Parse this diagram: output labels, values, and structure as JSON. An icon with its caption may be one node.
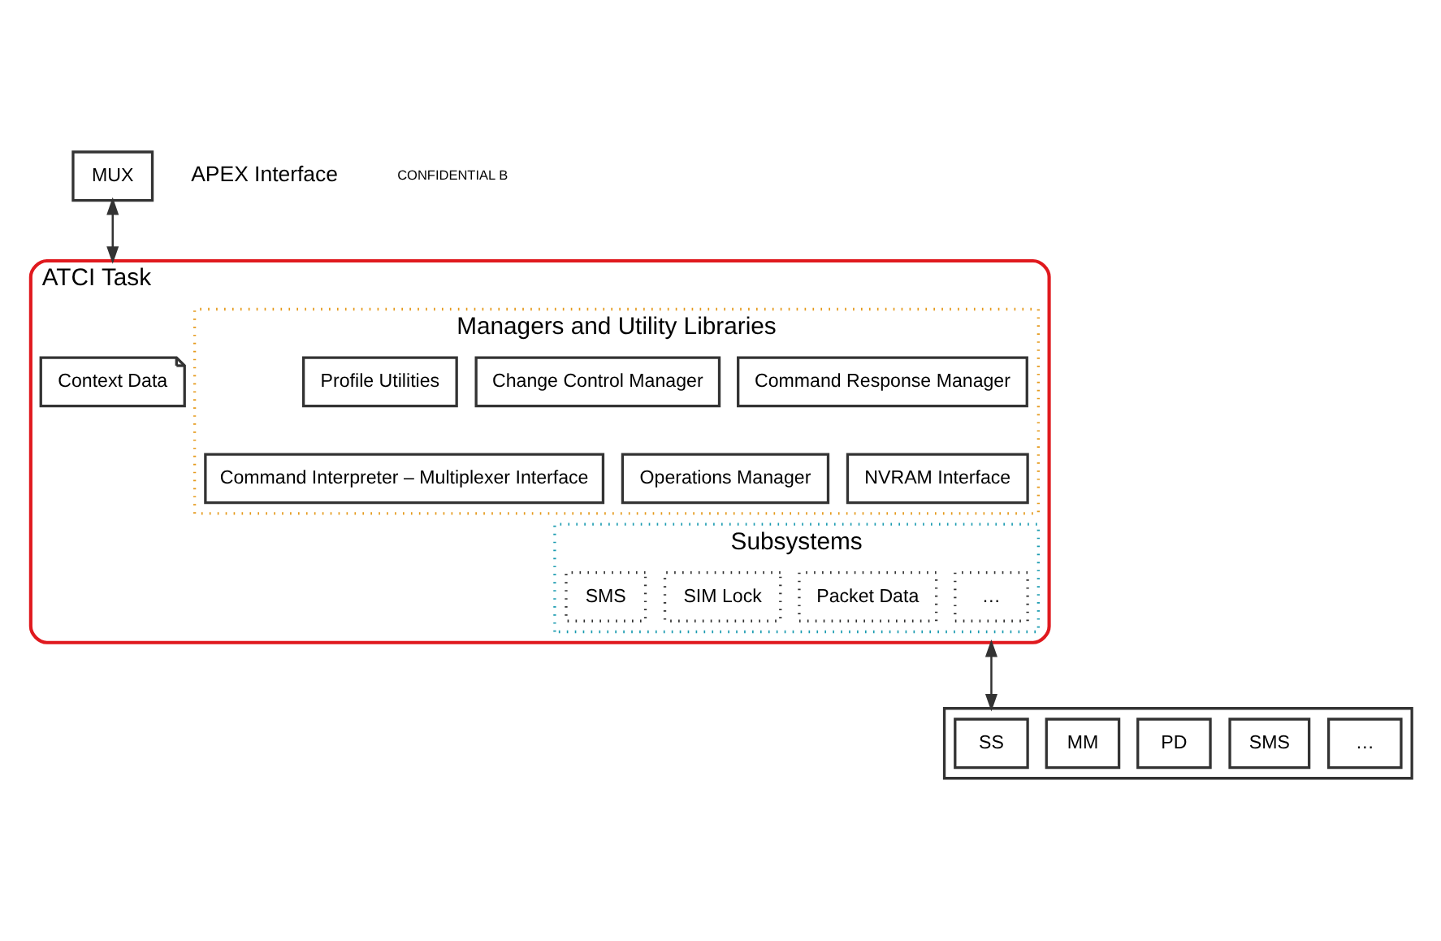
{
  "diagram": {
    "nodes": [
      {
        "text": [
          "MUX"
        ]
      },
      {
        "text": [
          "ATCI Task"
        ]
      },
      {
        "text": [
          "Context Data"
        ],
        "in": 1
      },
      {
        "text": [
          "Managers and Utility Libraries"
        ],
        "in": 1
      },
      {
        "text": [
          "Profile Utilities"
        ],
        "in": 3
      },
      {
        "text": [
          "Change Control Manager"
        ],
        "in": 3
      },
      {
        "text": [
          "Command Response Manager"
        ],
        "in": 3
      },
      {
        "text": [
          "Command Interpreter – Multiplexer Interface"
        ],
        "in": 3
      },
      {
        "text": [
          "Operations Manager"
        ],
        "in": 3
      },
      {
        "text": [
          "NVRAM Interface"
        ],
        "in": 3
      },
      {
        "text": [
          "Subsystems"
        ],
        "in": 1
      },
      {
        "text": [
          "SMS"
        ],
        "in": 10
      },
      {
        "text": [
          "SIM Lock"
        ],
        "in": 10
      },
      {
        "text": [
          "Packet Data"
        ],
        "in": 10
      },
      {
        "text": [
          "…"
        ],
        "in": 10
      },
      {
        "text": [],
        "shape": "box"
      },
      {
        "text": [
          "SS"
        ],
        "in": 15
      },
      {
        "text": [
          "MM"
        ],
        "in": 15
      },
      {
        "text": [
          "PD"
        ],
        "in": 15
      },
      {
        "text": [
          "SMS"
        ],
        "in": 15
      },
      {
        "text": [
          "…"
        ],
        "in": 15
      }
    ],
    "edges": [
      {
        "from": 0,
        "to": 1,
        "arrow": "both"
      },
      {
        "from": 1,
        "to": 15,
        "arrow": "both"
      }
    ],
    "labels": [
      "APEX Interface",
      "CONFIDENTIAL B"
    ]
  }
}
